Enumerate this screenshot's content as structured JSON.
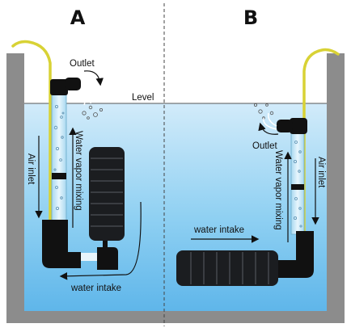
{
  "panels": {
    "a": {
      "letter": "A",
      "outlet": "Outlet",
      "air_inlet": "Air inlet",
      "water_vapor_mixing": "Water vapor mixing",
      "water_intake": "water intake"
    },
    "b": {
      "letter": "B",
      "outlet": "Outlet",
      "air_inlet": "Air inlet",
      "water_vapor_mixing": "Water vapor mixing",
      "water_intake": "water intake"
    }
  },
  "level_label": "Level",
  "colors": {
    "tank_wall": "#8c8c8c",
    "water_top": "#d2ebfa",
    "water_bottom": "#62b8ea",
    "air_tube": "#d8d235",
    "pipe": "#111111",
    "mixing_tube": "#c9e8f7"
  }
}
